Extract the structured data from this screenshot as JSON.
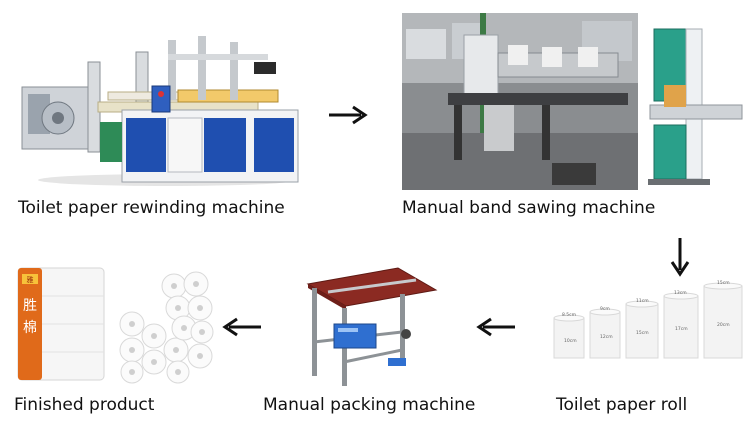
{
  "steps": [
    {
      "label": "Toilet paper rewinding machine",
      "icon": "rewinding-machine-image"
    },
    {
      "label": "Manual band sawing machine",
      "icon": "band-saw-image"
    },
    {
      "label": "Toilet paper roll",
      "icon": "paper-rolls-image"
    },
    {
      "label": "Manual packing machine",
      "icon": "packing-machine-image"
    },
    {
      "label": "Finished product",
      "icon": "finished-product-image"
    }
  ],
  "roll_labels": {
    "widths": [
      "8.5cm",
      "9cm",
      "11cm",
      "13cm",
      "15cm"
    ],
    "heights": [
      "10cm",
      "12cm",
      "15cm",
      "17cm",
      "20cm"
    ]
  },
  "package_text": [
    "雅",
    "胜",
    "棉"
  ],
  "colors": {
    "machine_blue": "#1f4fb0",
    "saw_teal": "#2aa08a",
    "packing_red": "#8b2a22",
    "package_orange": "#e06a1a",
    "arrow": "#111111"
  }
}
